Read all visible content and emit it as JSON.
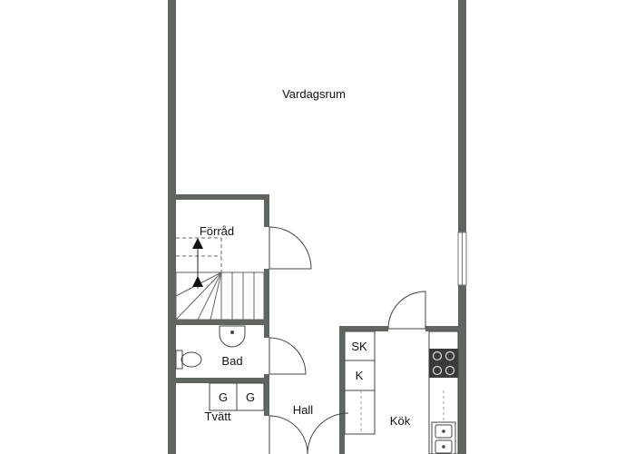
{
  "rooms": {
    "living": "Vardagsrum",
    "storage": "Förråd",
    "bath": "Bad",
    "hall": "Hall",
    "kitchen": "Kök",
    "laundry": "Tvätt"
  },
  "fixtures": {
    "freezer": "SK",
    "fridge": "K",
    "washer": "G",
    "dryer": "G"
  },
  "colors": {
    "wall": "#5f6660",
    "line": "#444444",
    "light": "#999999"
  }
}
